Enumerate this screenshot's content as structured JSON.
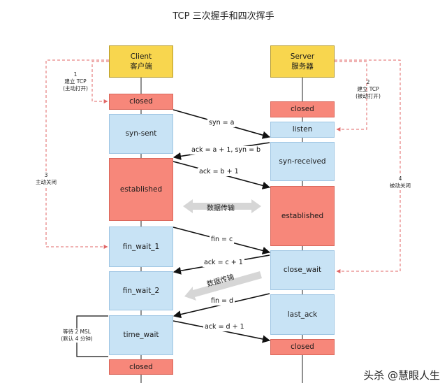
{
  "title": "TCP 三次握手和四次挥手",
  "client": {
    "name": "Client",
    "name_cn": "客户端"
  },
  "server": {
    "name": "Server",
    "name_cn": "服务器"
  },
  "client_states": [
    "closed",
    "syn-sent",
    "established",
    "fin_wait_1",
    "fin_wait_2",
    "time_wait",
    "closed"
  ],
  "server_states": [
    "closed",
    "listen",
    "syn-received",
    "established",
    "close_wait",
    "last_ack",
    "closed"
  ],
  "messages": [
    "syn = a",
    "ack = a + 1, syn = b",
    "ack = b + 1",
    "fin = c",
    "ack = c + 1",
    "fin = d",
    "ack = d + 1"
  ],
  "data_transfer": [
    "数据传输",
    "数据传输"
  ],
  "notes": {
    "client_open": [
      "1",
      "建立 TCP",
      "(主动打开)"
    ],
    "server_open": [
      "2",
      "建立 TCP",
      "(被动打开)"
    ],
    "client_close": [
      "3",
      "主动关闭"
    ],
    "server_close": [
      "4",
      "被动关闭"
    ],
    "wait": [
      "等待 2 MSL",
      "(默认 4 分钟)"
    ]
  },
  "watermark": "头杀 @慧眼人生",
  "colors": {
    "header": "#f8d64e",
    "closed_red": "#f7877a",
    "state_blue": "#c8e3f5",
    "dashed_red": "#e06666",
    "transfer_gray": "#d6d6d6"
  }
}
